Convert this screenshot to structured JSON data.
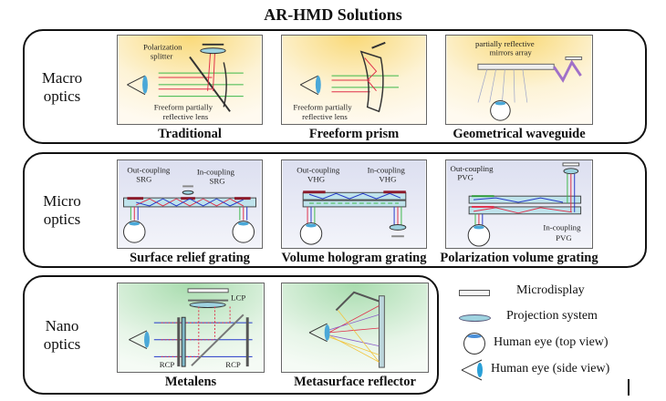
{
  "title": "AR-HMD Solutions",
  "rows": [
    {
      "label_line1": "Macro",
      "label_line2": "optics",
      "items": [
        {
          "caption": "Traditional",
          "labels": [
            "Polarization",
            "splitter",
            "Freeform partially",
            "reflective lens"
          ]
        },
        {
          "caption": "Freeform prism",
          "labels": [
            "Freeform partially",
            "reflective lens"
          ]
        },
        {
          "caption": "Geometrical waveguide",
          "labels": [
            "partially reflective",
            "mirrors array"
          ]
        }
      ]
    },
    {
      "label_line1": "Micro",
      "label_line2": "optics",
      "items": [
        {
          "caption": "Surface relief grating",
          "labels": [
            "Out-coupling",
            "SRG",
            "In-coupling",
            "SRG"
          ]
        },
        {
          "caption": "Volume hologram grating",
          "labels": [
            "Out-coupling",
            "VHG",
            "In-coupling",
            "VHG"
          ]
        },
        {
          "caption": "Polarization volume grating",
          "labels": [
            "Out-coupling",
            "PVG",
            "In-coupling",
            "PVG"
          ]
        }
      ]
    },
    {
      "label_line1": "Nano",
      "label_line2": "optics",
      "items": [
        {
          "caption": "Metalens",
          "labels": [
            "LCP",
            "RCP",
            "RCP"
          ]
        },
        {
          "caption": "Metasurface reflector",
          "labels": []
        }
      ]
    }
  ],
  "legend": [
    "Microdisplay",
    "Projection system",
    "Human eye (top view)",
    "Human eye (side view)"
  ],
  "colors": {
    "warm_bg": "#fbe9b0",
    "blue_bg": "#dfe3f2",
    "green_bg": "#bfe6c2",
    "red": "#e0304a",
    "green": "#3cb84a",
    "blue": "#2438c8",
    "lens": "#9fd3e0"
  }
}
